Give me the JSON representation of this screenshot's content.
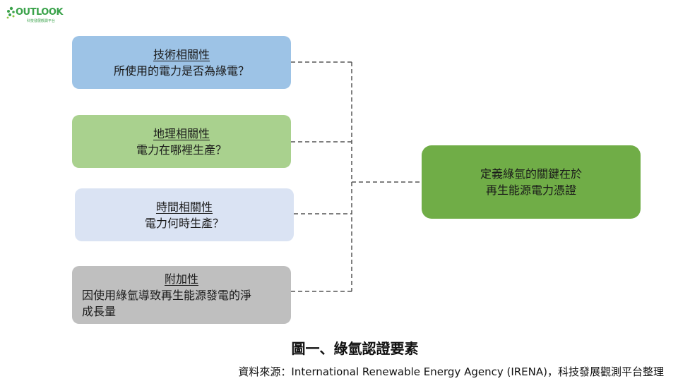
{
  "logo": {
    "name": "OUTLOOK",
    "subtitle": "科技發展觀測平台"
  },
  "colors": {
    "tech_box": "#9dc3e6",
    "geo_box": "#a9d18e",
    "time_box": "#dae3f3",
    "add_box": "#bfbfbf",
    "key_box": "#70ad47",
    "connector": "#555555"
  },
  "boxes": {
    "tech": {
      "title": "技術相關性",
      "desc": "所使用的電力是否為綠電？"
    },
    "geo": {
      "title": "地理相關性",
      "desc": "電力在哪裡生產？"
    },
    "time": {
      "title": "時間相關性",
      "desc": "電力何時生產？"
    },
    "add": {
      "title": "附加性",
      "desc_line1": "因使用綠氫導致再生能源發電的淨",
      "desc_line2": "成長量"
    },
    "key": {
      "line1": "定義綠氫的關鍵在於",
      "line2": "再生能源電力憑證"
    }
  },
  "caption": "圖一、綠氫認證要素",
  "source": "資料來源：International Renewable Energy Agency (IRENA)，科技發展觀測平台整理"
}
